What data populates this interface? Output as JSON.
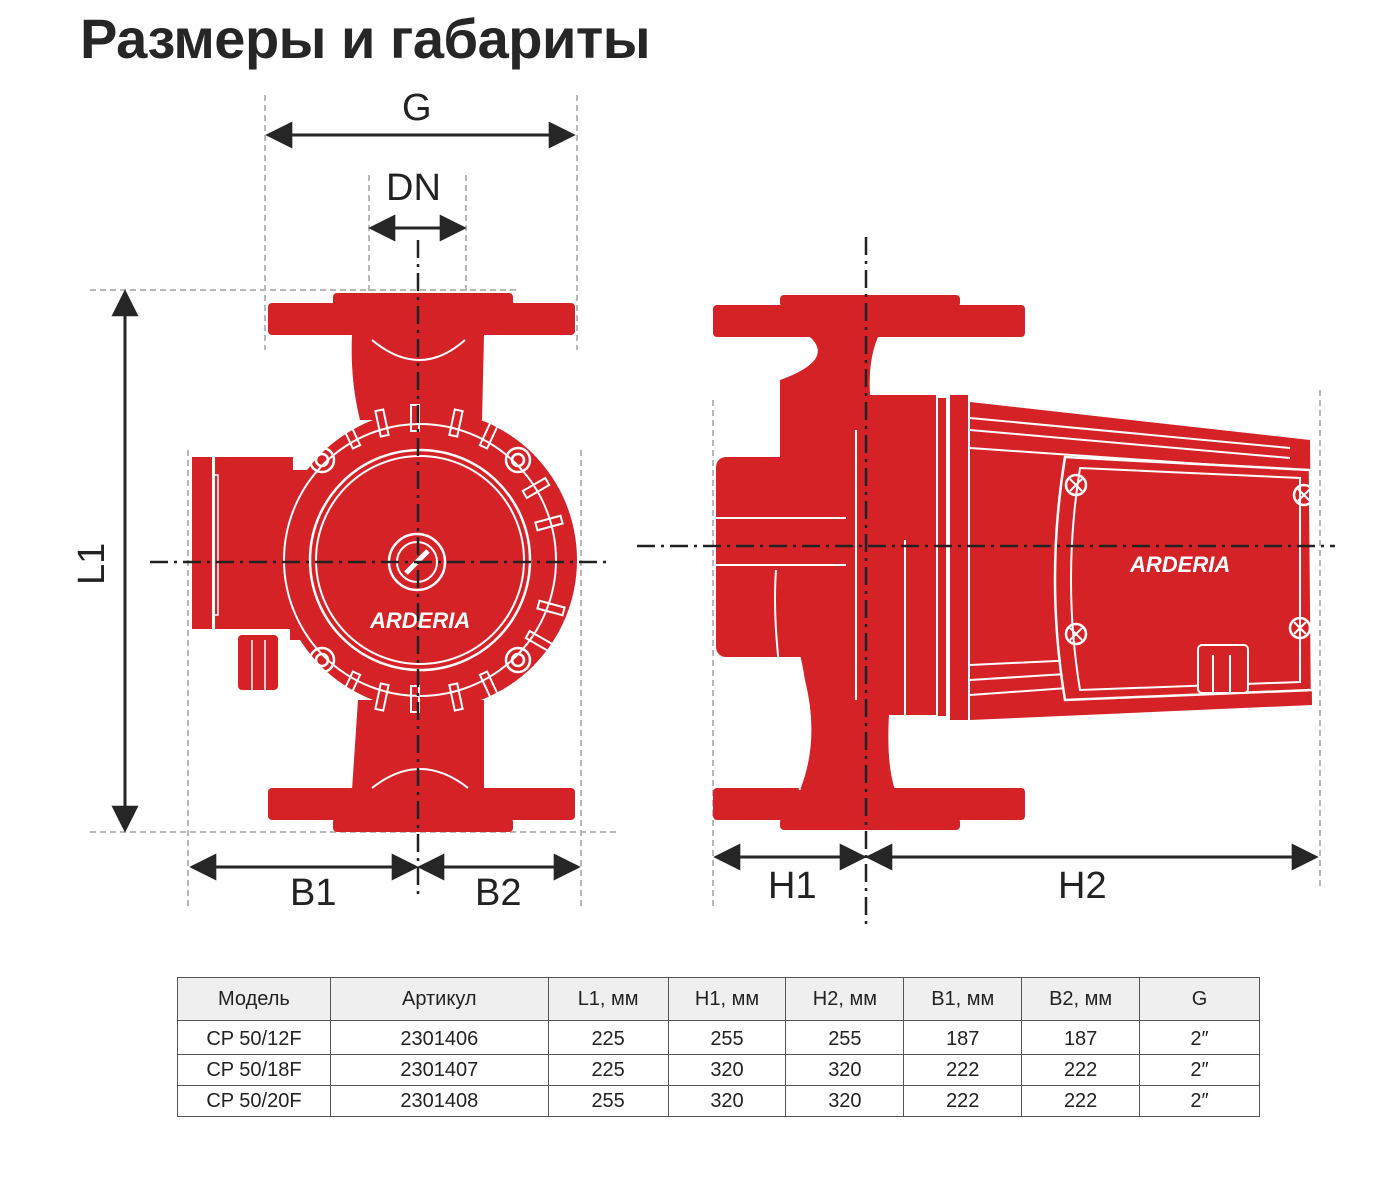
{
  "title": "Размеры и габариты",
  "brand_color": "#d42227",
  "diagram": {
    "front_view": {
      "logo": "ARDERIA",
      "labels": {
        "g": "G",
        "dn": "DN",
        "l1": "L1",
        "b1": "B1",
        "b2": "B2"
      }
    },
    "side_view": {
      "logo": "ARDERIA",
      "labels": {
        "h1": "H1",
        "h2": "H2"
      }
    }
  },
  "table": {
    "headers": [
      "Модель",
      "Артикул",
      "L1, мм",
      "H1, мм",
      "H2, мм",
      "B1, мм",
      "B2, мм",
      "G"
    ],
    "rows": [
      [
        "CP 50/12F",
        "2301406",
        "225",
        "255",
        "255",
        "187",
        "187",
        "2″"
      ],
      [
        "CP 50/18F",
        "2301407",
        "225",
        "320",
        "320",
        "222",
        "222",
        "2″"
      ],
      [
        "CP 50/20F",
        "2301408",
        "255",
        "320",
        "320",
        "222",
        "222",
        "2″"
      ]
    ]
  }
}
